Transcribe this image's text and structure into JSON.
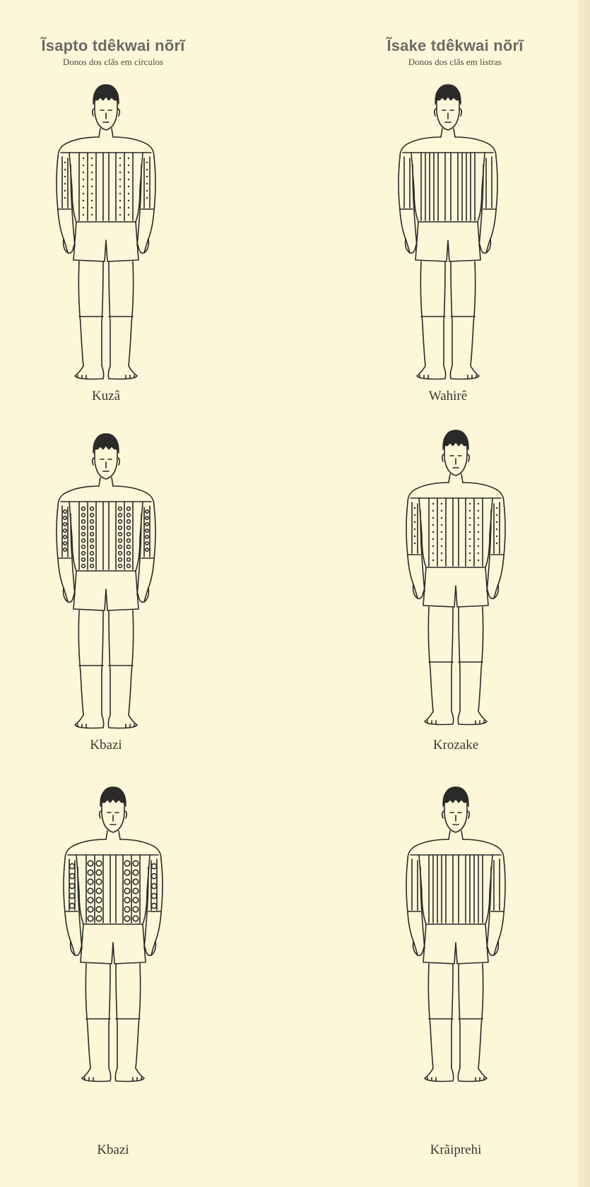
{
  "columns": [
    {
      "title": "Ĩsapto tdêkwai nõrĩ",
      "subtitle": "Donos dos clãs em círculos"
    },
    {
      "title": "Ĩsake tdêkwai nõrĩ",
      "subtitle": "Donos dos clãs em listras"
    }
  ],
  "figures": [
    {
      "name": "Kuzâ",
      "pattern": "dotted-stripes"
    },
    {
      "name": "Wahirê",
      "pattern": "stripes"
    },
    {
      "name": "Kbazi",
      "pattern": "small-circles"
    },
    {
      "name": "Krozake",
      "pattern": "dotted-stripes"
    },
    {
      "name": "Kbazi",
      "pattern": "large-circles"
    },
    {
      "name": "Krãiprehi",
      "pattern": "stripes"
    }
  ],
  "colors": {
    "paper": "#fdf6d8",
    "ink": "#2b2a28",
    "heading": "#6b6a66"
  }
}
